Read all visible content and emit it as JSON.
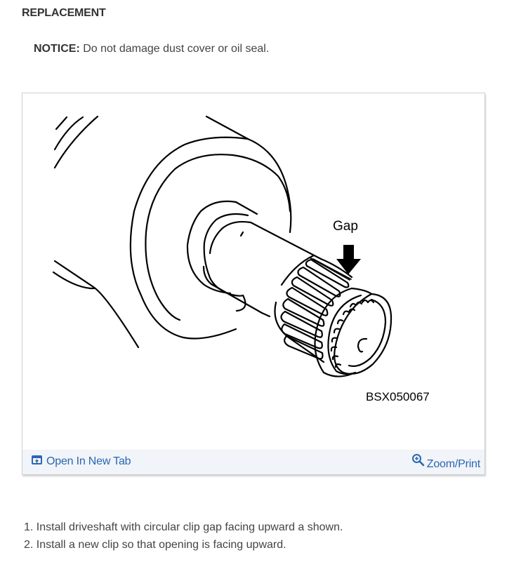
{
  "section": {
    "title": "REPLACEMENT"
  },
  "notice": {
    "label": "NOTICE:",
    "text": " Do not damage dust cover or oil seal."
  },
  "figure": {
    "callout_label": "Gap",
    "figure_code": "BSX050067",
    "toolbar": {
      "open_new_tab_label": "Open In New Tab",
      "open_new_tab_icon": "open-in-new-tab-icon",
      "zoom_print_label": "Zoom/Print",
      "zoom_print_icon": "zoom-in-magnifier-icon"
    }
  },
  "steps": [
    {
      "number": "1.",
      "text": "Install driveshaft with circular clip gap facing upward a shown."
    },
    {
      "number": "2.",
      "text": "Install a new clip so that opening is facing upward."
    }
  ],
  "colors": {
    "link": "#2a66b3",
    "toolbar_bg": "#f1f4f8",
    "text": "#444444",
    "heading": "#333333",
    "card_border": "#cfcfcf"
  }
}
